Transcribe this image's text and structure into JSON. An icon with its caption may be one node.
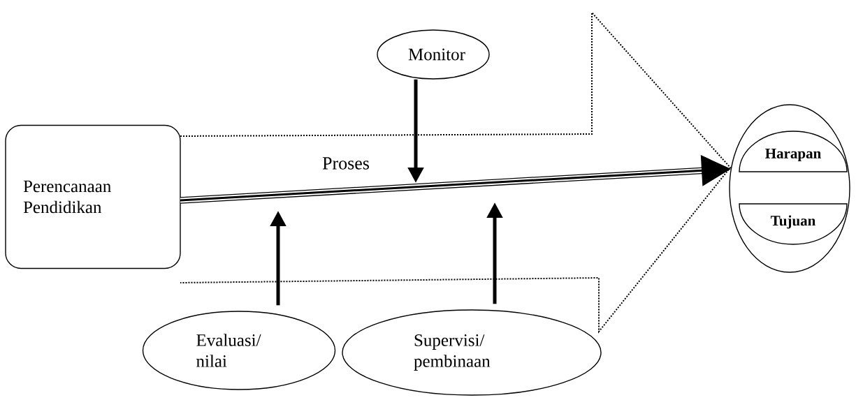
{
  "diagram": {
    "nodes": [
      {
        "text": [
          "Perencanaan Pendidikan"
        ]
      },
      {
        "text": [
          "Monitor"
        ]
      },
      {
        "text": [],
        "shape": "circle"
      },
      {
        "text": [
          "Harapan"
        ],
        "in": 2
      },
      {
        "text": [
          "Tujuan"
        ],
        "in": 2
      },
      {
        "text": [
          "Evaluasi/ nilai"
        ]
      },
      {
        "text": [
          "Supervisi/ pembinaan"
        ]
      }
    ],
    "edges": [
      {
        "from": 0,
        "to": 2,
        "arrow": "to",
        "label": "Proses",
        "style": "thick"
      },
      {
        "from": 1,
        "to": null,
        "arrow": "to"
      },
      {
        "from": 5,
        "to": null,
        "arrow": "to"
      },
      {
        "from": 6,
        "to": null,
        "arrow": "to"
      }
    ]
  }
}
